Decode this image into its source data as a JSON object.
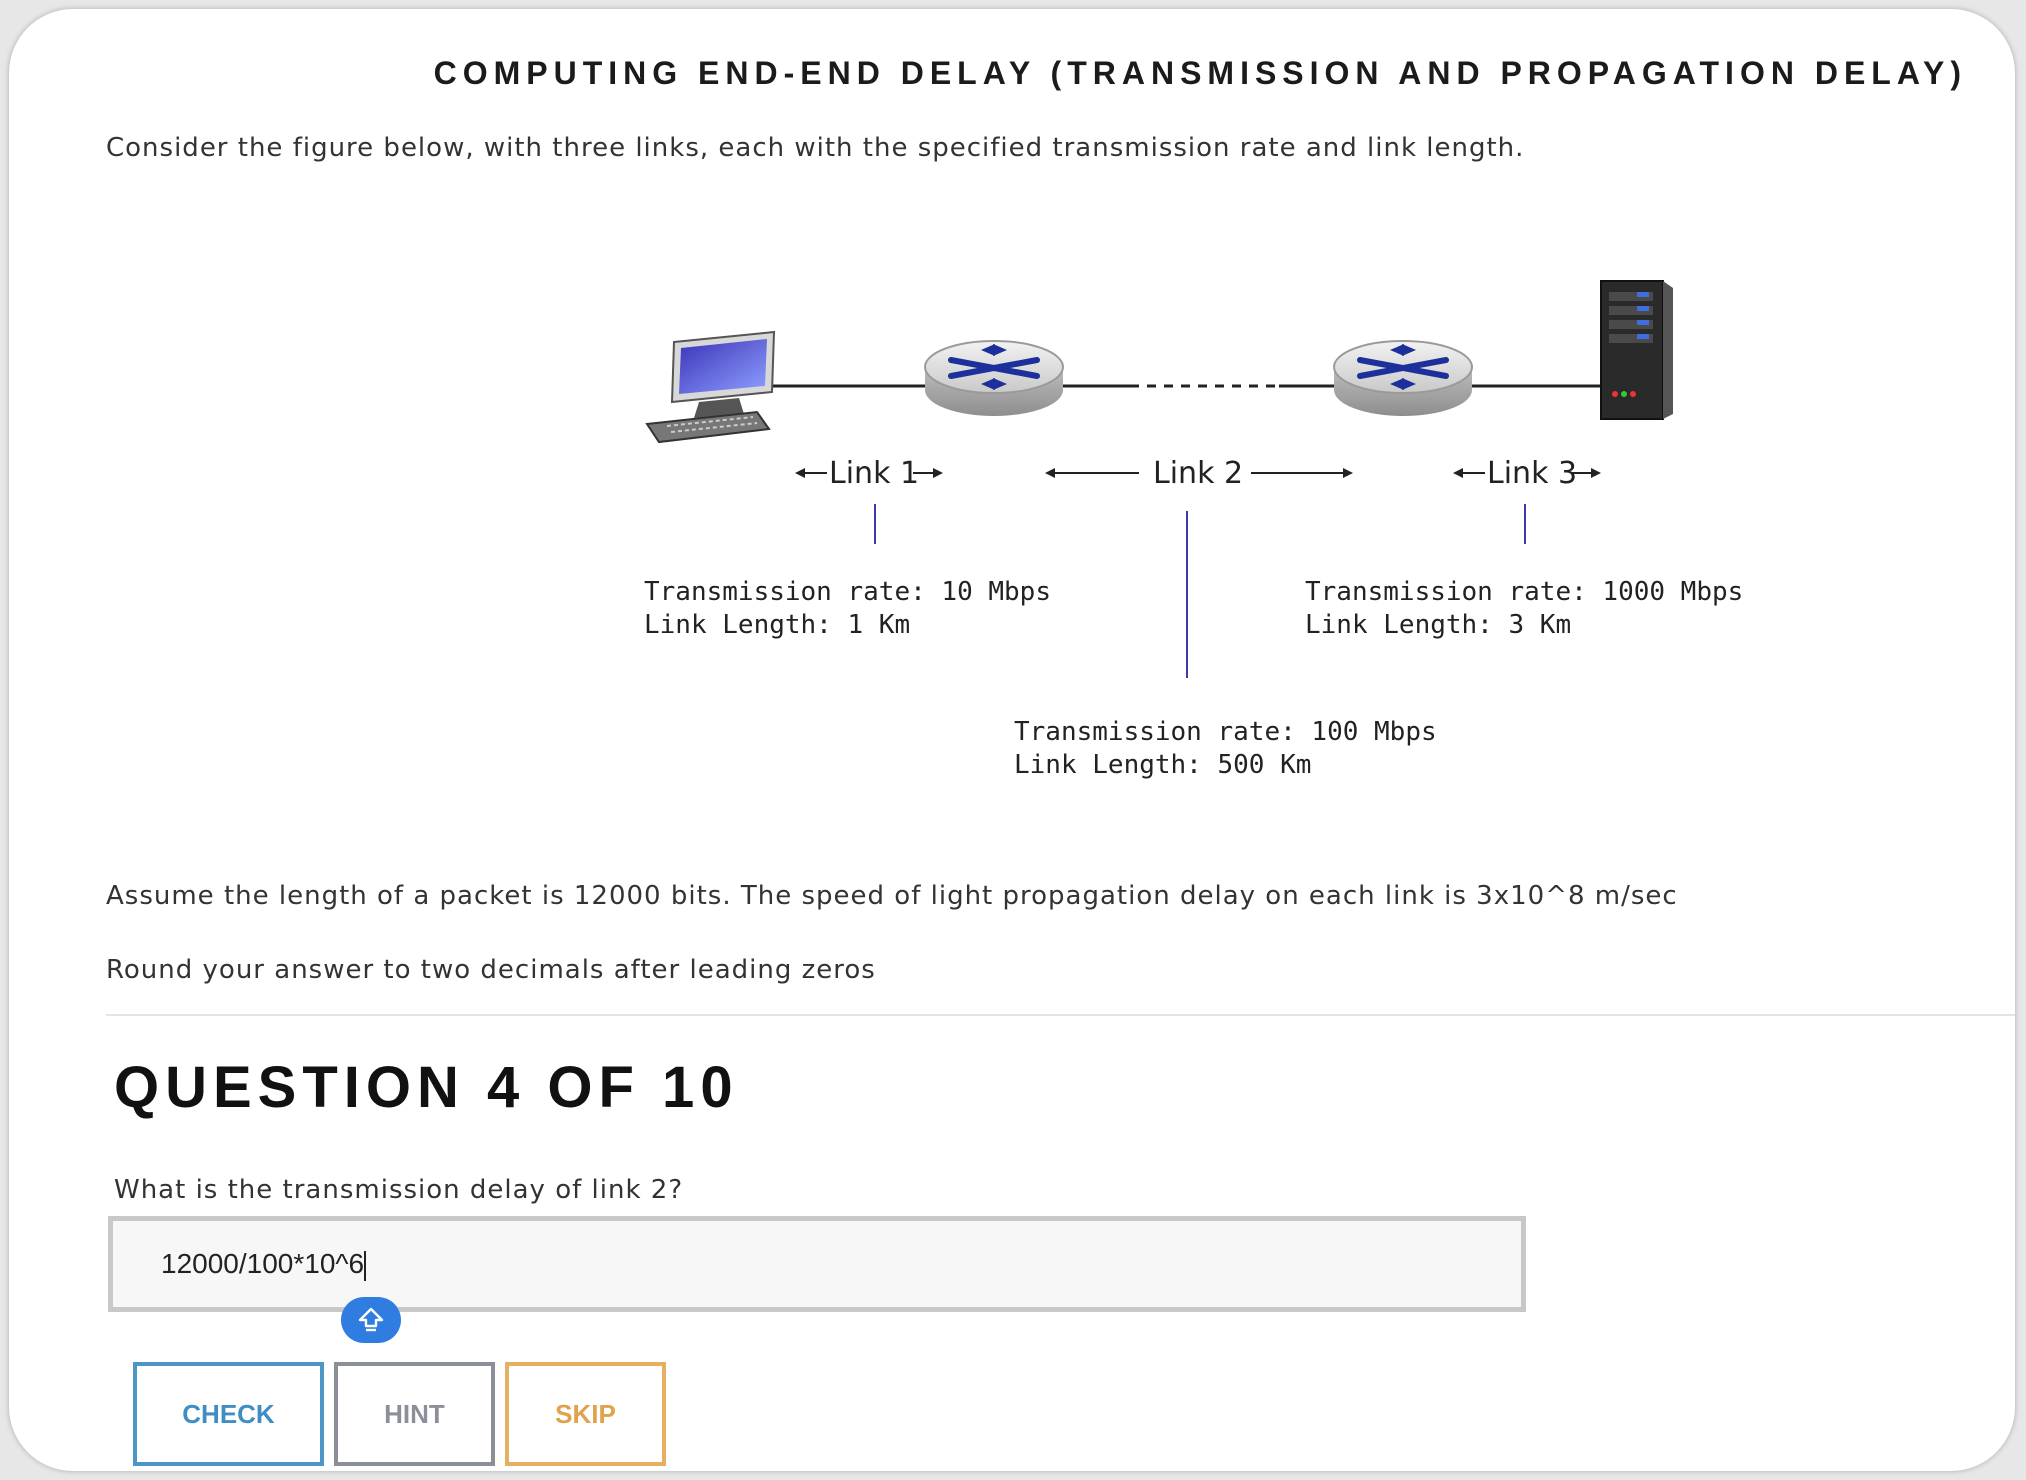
{
  "page": {
    "title": "COMPUTING END-END DELAY (TRANSMISSION AND PROPAGATION DELAY)",
    "intro": "Consider the figure below, with three links, each with the specified transmission rate and link length.",
    "assumption": "Assume the length of a packet is 12000 bits. The speed of light propagation delay on each link is 3x10^8 m/sec",
    "rounding": "Round your answer to two decimals after leading zeros"
  },
  "figure": {
    "link1": {
      "label": "Link 1",
      "rate": "Transmission rate: 10 Mbps",
      "length": "Link Length: 1 Km"
    },
    "link2": {
      "label": "Link 2",
      "rate": "Transmission rate: 100 Mbps",
      "length": "Link Length: 500 Km"
    },
    "link3": {
      "label": "Link 3",
      "rate": "Transmission rate: 1000 Mbps",
      "length": "Link Length: 3 Km"
    },
    "icons": [
      "computer-icon",
      "router-icon",
      "router-icon",
      "server-icon"
    ]
  },
  "question": {
    "heading": "QUESTION 4 OF 10",
    "prompt": "What is the transmission delay of link 2?",
    "answer_value": "12000/100*10^6"
  },
  "buttons": {
    "check": "CHECK",
    "hint": "HINT",
    "skip": "SKIP"
  },
  "colors": {
    "check": "#3f8dc3",
    "hint": "#8a8f99",
    "skip": "#e0a24a",
    "badge": "#2f7de1"
  }
}
